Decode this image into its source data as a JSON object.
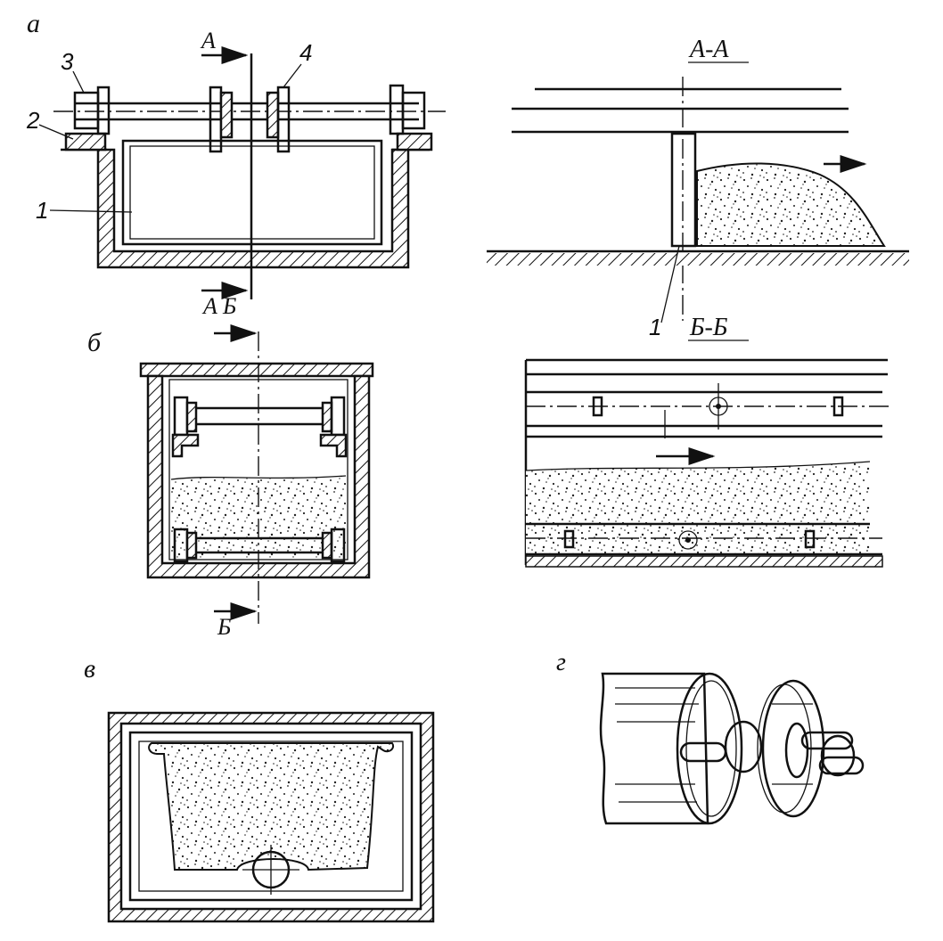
{
  "labels": {
    "view_a": "а",
    "view_b": "б",
    "view_v": "в",
    "view_g": "г",
    "section_aa": "А-А",
    "section_bb": "Б-Б",
    "cut_a_top": "А",
    "cut_a_bottom": "А",
    "cut_b_top": "Б",
    "cut_b_bottom": "Б",
    "part_1": "1",
    "part_2": "2",
    "part_3": "3",
    "part_4": "4",
    "part_1_section": "1"
  }
}
